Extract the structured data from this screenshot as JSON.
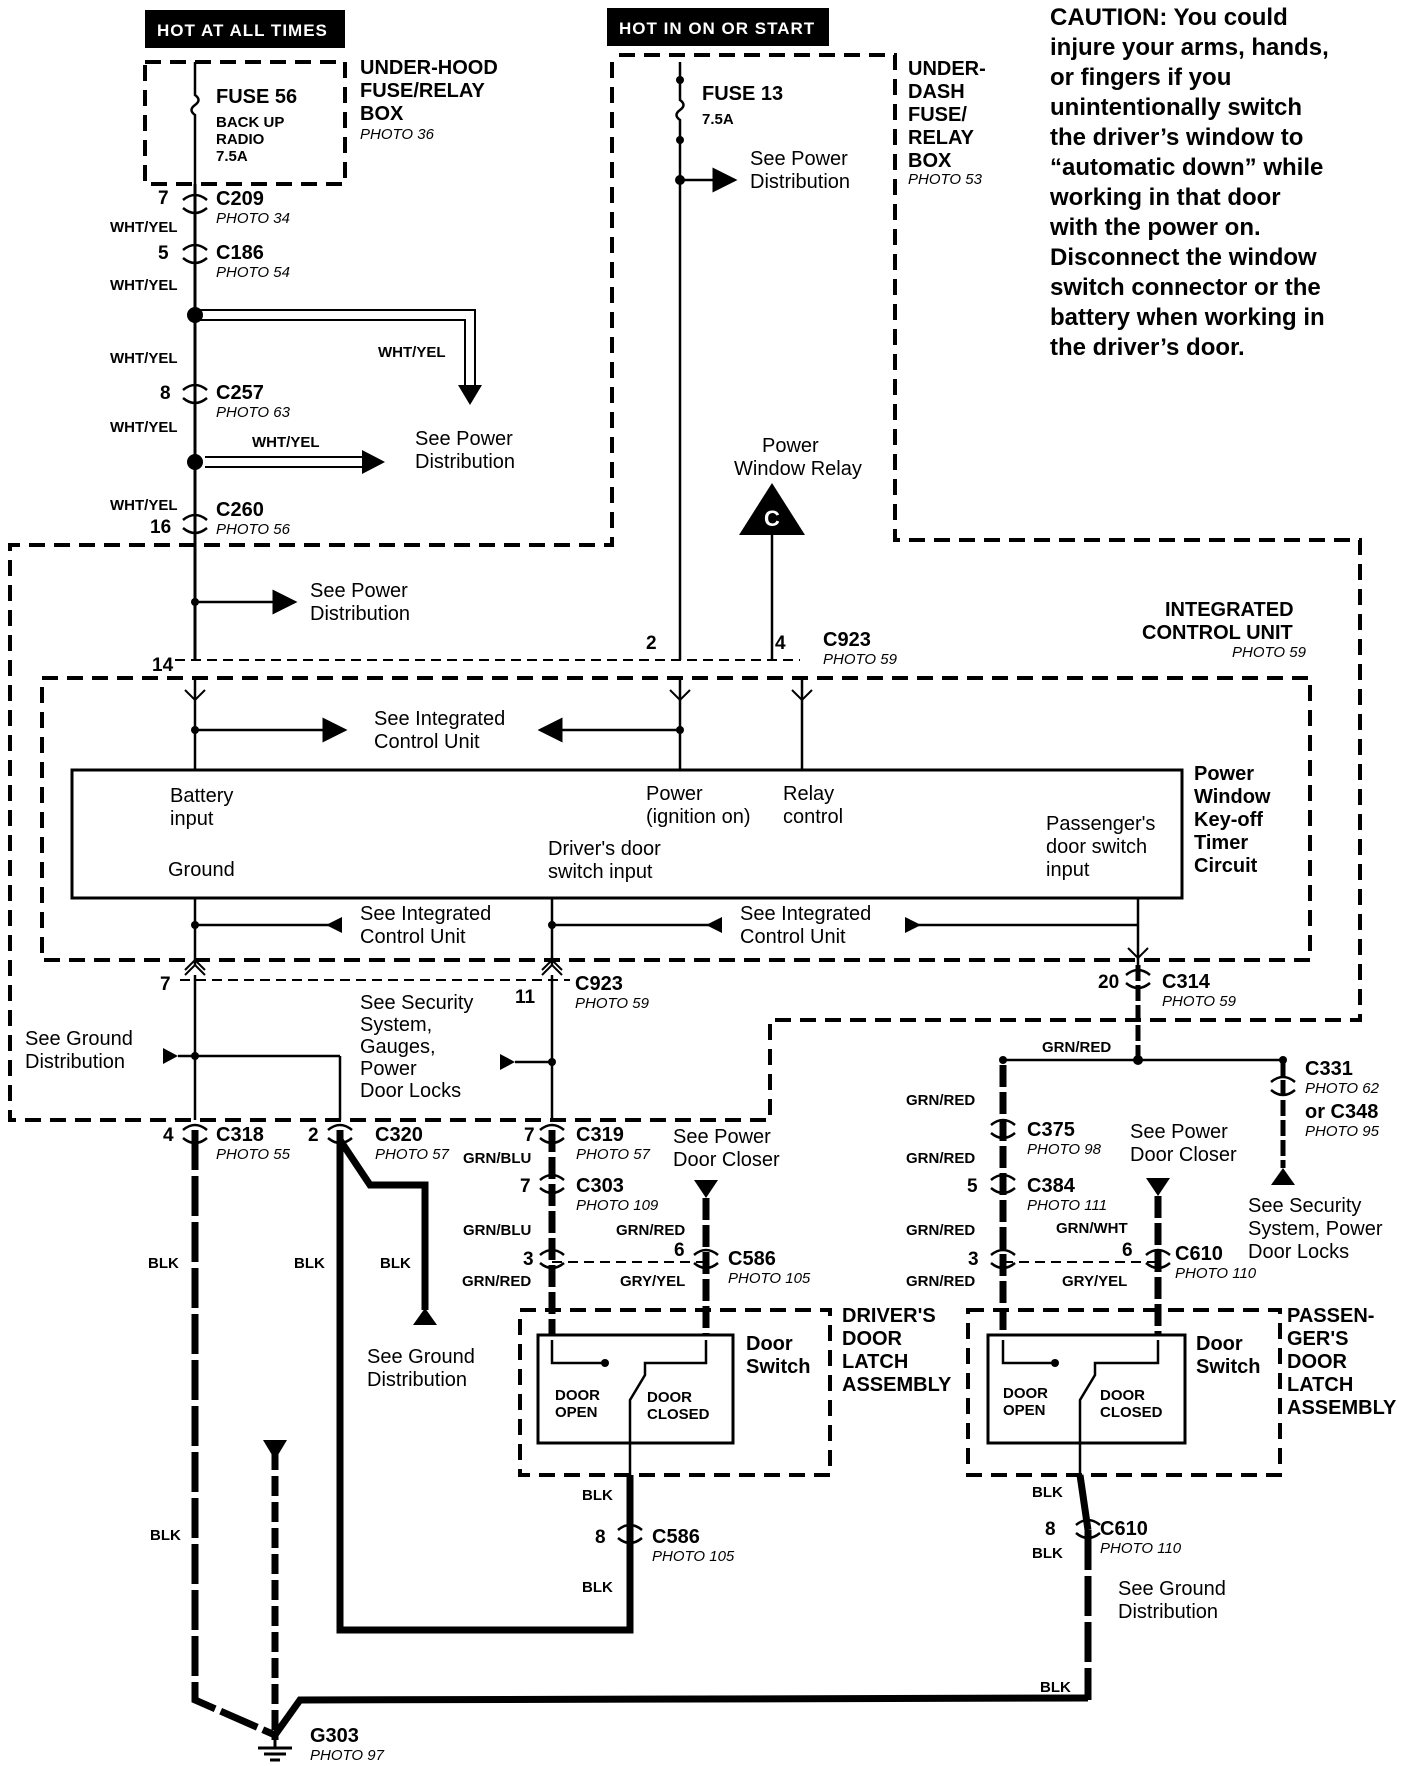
{
  "headers": {
    "hot_all_times": "HOT AT ALL TIMES",
    "hot_on_start": "HOT IN ON OR START"
  },
  "caution": [
    "CAUTION: You could",
    "injure your arms, hands,",
    "or fingers if you",
    "unintentionally switch",
    "the driver’s window to",
    "“automatic down” while",
    "working in that door",
    "with the power on.",
    "Disconnect the window",
    "switch connector or the",
    "battery when working in",
    "the driver’s door."
  ],
  "underhood_box": {
    "title": [
      "UNDER-HOOD",
      "FUSE/RELAY",
      "BOX"
    ],
    "photo": "PHOTO 36",
    "fuse": "FUSE 56",
    "fuse_desc": [
      "BACK UP",
      "RADIO",
      "7.5A"
    ]
  },
  "underdash_box": {
    "title": [
      "UNDER-",
      "DASH",
      "FUSE/",
      "RELAY",
      "BOX"
    ],
    "photo": "PHOTO 53",
    "fuse": "FUSE 13",
    "rating": "7.5A"
  },
  "see_power_distribution": [
    "See Power",
    "Distribution"
  ],
  "see_icu": [
    "See Integrated",
    "Control Unit"
  ],
  "see_ground": [
    "See Ground",
    "Distribution"
  ],
  "see_power_door_closer": [
    "See Power",
    "Door Closer"
  ],
  "see_security_left": [
    "See Security",
    "System,",
    "Gauges,",
    "Power",
    "Door Locks"
  ],
  "see_security_right": [
    "See Security",
    "System, Power",
    "Door Locks"
  ],
  "power_window_relay": [
    "Power",
    "Window Relay"
  ],
  "relay_marker": "C",
  "icu": {
    "title": [
      "INTEGRATED",
      "CONTROL UNIT"
    ],
    "photo": "PHOTO 59",
    "circuit": [
      "Power",
      "Window",
      "Key-off",
      "Timer",
      "Circuit"
    ],
    "battery_input": [
      "Battery",
      "input"
    ],
    "ground": "Ground",
    "power_ign": [
      "Power",
      "(ignition on)"
    ],
    "relay_control": [
      "Relay",
      "control"
    ],
    "driver_switch": [
      "Driver's door",
      "switch input"
    ],
    "passenger_switch": [
      "Passenger's",
      "door switch",
      "input"
    ]
  },
  "connectors": {
    "c209": "C209",
    "c209_photo": "PHOTO 34",
    "c209_pin": "7",
    "c186": "C186",
    "c186_photo": "PHOTO 54",
    "c186_pin": "5",
    "c257": "C257",
    "c257_photo": "PHOTO 63",
    "c257_pin": "8",
    "c260": "C260",
    "c260_photo": "PHOTO 56",
    "c260_pin": "16",
    "c923": "C923",
    "c923_photo": "PHOTO 59",
    "pin14": "14",
    "pin2": "2",
    "pin4": "4",
    "pin7": "7",
    "pin11": "11",
    "pin20": "20",
    "c314": "C314",
    "c314_photo": "PHOTO 59",
    "c318": "C318",
    "c318_photo": "PHOTO 55",
    "c318_pin": "4",
    "c320": "C320",
    "c320_photo": "PHOTO 57",
    "c320_pin": "2",
    "c319": "C319",
    "c319_photo": "PHOTO 57",
    "c319_pin": "7",
    "c303": "C303",
    "c303_photo": "PHOTO 109",
    "c303_pin": "7",
    "c586": "C586",
    "c586_photo": "PHOTO 105",
    "c586_pin6": "6",
    "c586_pin8": "8",
    "pin3": "3",
    "c331": "C331",
    "c331_photo": "PHOTO 62",
    "c348": "or C348",
    "c348_photo": "PHOTO 95",
    "c375": "C375",
    "c375_photo": "PHOTO 98",
    "c384": "C384",
    "c384_photo": "PHOTO 111",
    "c384_pin": "5",
    "c610": "C610",
    "c610_photo": "PHOTO 110",
    "c610_pin6": "6",
    "c610_pin8": "8",
    "g303": "G303",
    "g303_photo": "PHOTO 97"
  },
  "wires": {
    "wht_yel": "WHT/YEL",
    "blk": "BLK",
    "grn_blu": "GRN/BLU",
    "grn_red": "GRN/RED",
    "gry_yel": "GRY/YEL",
    "grn_wht": "GRN/WHT"
  },
  "drivers_latch": {
    "title": [
      "DRIVER'S",
      "DOOR",
      "LATCH",
      "ASSEMBLY"
    ],
    "switch": [
      "Door",
      "Switch"
    ],
    "open": [
      "DOOR",
      "OPEN"
    ],
    "closed": [
      "DOOR",
      "CLOSED"
    ]
  },
  "passenger_latch": {
    "title": [
      "PASSEN-",
      "GER'S",
      "DOOR",
      "LATCH",
      "ASSEMBLY"
    ],
    "switch": [
      "Door",
      "Switch"
    ],
    "open": [
      "DOOR",
      "OPEN"
    ],
    "closed": [
      "DOOR",
      "CLOSED"
    ]
  }
}
